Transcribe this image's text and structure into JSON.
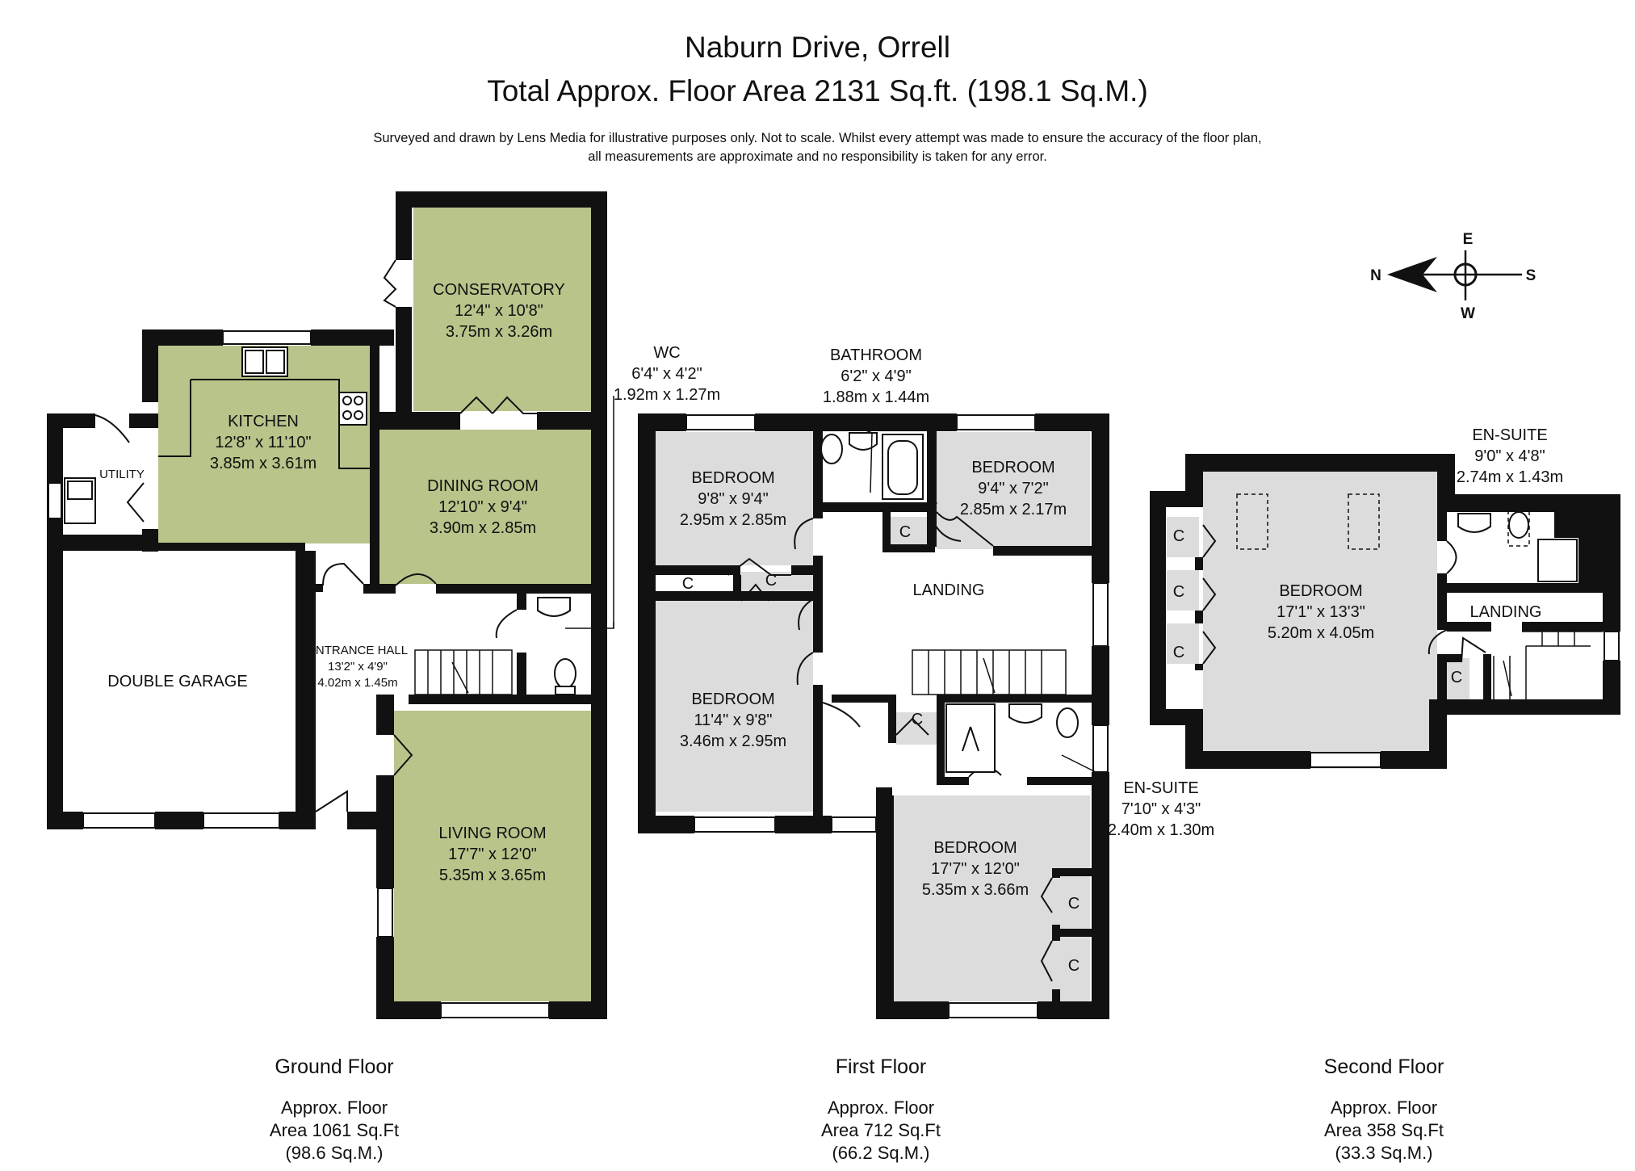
{
  "header": {
    "address": "Naburn Drive, Orrell",
    "total_area": "Total Approx. Floor Area 2131 Sq.ft. (198.1 Sq.M.)",
    "disclaimer_line1": "Surveyed and drawn by Lens Media for illustrative purposes only. Not to scale. Whilst every attempt was made to ensure the accuracy of the floor plan,",
    "disclaimer_line2": "all measurements are approximate and no responsibility is taken for any error."
  },
  "colors": {
    "wall": "#111111",
    "ground_floor_room": "#b8c48a",
    "upper_floor_room": "#dcdcdc",
    "background": "#ffffff"
  },
  "compass": {
    "n": "N",
    "e": "E",
    "s": "S",
    "w": "W",
    "icon": "compass-rose-icon"
  },
  "ground_floor": {
    "conservatory": {
      "name": "CONSERVATORY",
      "imperial": "12'4\" x 10'8\"",
      "metric": "3.75m x 3.26m"
    },
    "kitchen": {
      "name": "KITCHEN",
      "imperial": "12'8\" x 11'10\"",
      "metric": "3.85m x 3.61m"
    },
    "utility": {
      "name": "UTILITY"
    },
    "dining_room": {
      "name": "DINING ROOM",
      "imperial": "12'10\" x 9'4\"",
      "metric": "3.90m x 2.85m"
    },
    "wc": {
      "name": "WC",
      "imperial": "6'4\" x 4'2\"",
      "metric": "1.92m x 1.27m"
    },
    "entrance_hall": {
      "name": "ENTRANCE HALL",
      "imperial": "13'2\" x 4'9\"",
      "metric": "4.02m x 1.45m"
    },
    "double_garage": {
      "name": "DOUBLE GARAGE"
    },
    "living_room": {
      "name": "LIVING ROOM",
      "imperial": "17'7\" x 12'0\"",
      "metric": "5.35m x 3.65m"
    }
  },
  "first_floor": {
    "bathroom": {
      "name": "BATHROOM",
      "imperial": "6'2\" x 4'9\"",
      "metric": "1.88m x 1.44m"
    },
    "bedroom_1": {
      "name": "BEDROOM",
      "imperial": "9'8\" x 9'4\"",
      "metric": "2.95m x 2.85m"
    },
    "bedroom_2": {
      "name": "BEDROOM",
      "imperial": "9'4\" x 7'2\"",
      "metric": "2.85m x 2.17m"
    },
    "landing": {
      "name": "LANDING"
    },
    "bedroom_3": {
      "name": "BEDROOM",
      "imperial": "11'4\" x 9'8\"",
      "metric": "3.46m x 2.95m"
    },
    "bedroom_4": {
      "name": "BEDROOM",
      "imperial": "17'7\" x 12'0\"",
      "metric": "5.35m x 3.66m"
    },
    "en_suite": {
      "name": "EN-SUITE",
      "imperial": "7'10\" x 4'3\"",
      "metric": "2.40m x 1.30m"
    },
    "cupboard": "C"
  },
  "second_floor": {
    "en_suite": {
      "name": "EN-SUITE",
      "imperial": "9'0\" x 4'8\"",
      "metric": "2.74m x 1.43m"
    },
    "bedroom": {
      "name": "BEDROOM",
      "imperial": "17'1\" x 13'3\"",
      "metric": "5.20m x 4.05m"
    },
    "landing": {
      "name": "LANDING"
    },
    "cupboard": "C"
  },
  "floor_summaries": {
    "ground": {
      "name": "Ground Floor",
      "line1": "Approx. Floor",
      "line2": "Area 1061 Sq.Ft",
      "line3": "(98.6 Sq.M.)"
    },
    "first": {
      "name": "First Floor",
      "line1": "Approx. Floor",
      "line2": "Area 712 Sq.Ft",
      "line3": "(66.2 Sq.M.)"
    },
    "second": {
      "name": "Second Floor",
      "line1": "Approx. Floor",
      "line2": "Area 358 Sq.Ft",
      "line3": "(33.3 Sq.M.)"
    }
  }
}
